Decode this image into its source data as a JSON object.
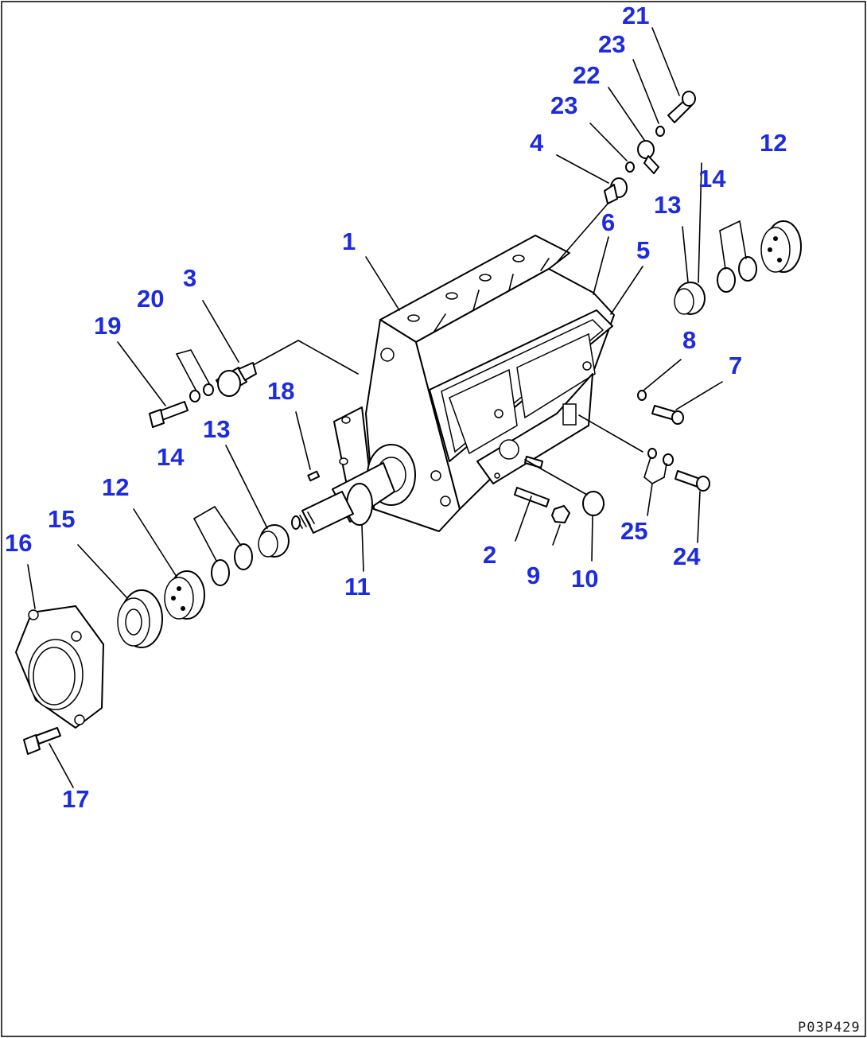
{
  "diagram": {
    "drawing_code": "P03P429",
    "callouts": [
      {
        "id": "c1",
        "label": "1"
      },
      {
        "id": "c2",
        "label": "2"
      },
      {
        "id": "c3",
        "label": "3"
      },
      {
        "id": "c4",
        "label": "4"
      },
      {
        "id": "c5",
        "label": "5"
      },
      {
        "id": "c6",
        "label": "6"
      },
      {
        "id": "c7",
        "label": "7"
      },
      {
        "id": "c8",
        "label": "8"
      },
      {
        "id": "c9",
        "label": "9"
      },
      {
        "id": "c10",
        "label": "10"
      },
      {
        "id": "c11",
        "label": "11"
      },
      {
        "id": "c12a",
        "label": "12"
      },
      {
        "id": "c12b",
        "label": "12"
      },
      {
        "id": "c13a",
        "label": "13"
      },
      {
        "id": "c13b",
        "label": "13"
      },
      {
        "id": "c14a",
        "label": "14"
      },
      {
        "id": "c14b",
        "label": "14"
      },
      {
        "id": "c15",
        "label": "15"
      },
      {
        "id": "c16",
        "label": "16"
      },
      {
        "id": "c17",
        "label": "17"
      },
      {
        "id": "c18",
        "label": "18"
      },
      {
        "id": "c19",
        "label": "19"
      },
      {
        "id": "c20",
        "label": "20"
      },
      {
        "id": "c21",
        "label": "21"
      },
      {
        "id": "c22",
        "label": "22"
      },
      {
        "id": "c23a",
        "label": "23"
      },
      {
        "id": "c23b",
        "label": "23"
      },
      {
        "id": "c24",
        "label": "24"
      },
      {
        "id": "c25",
        "label": "25"
      }
    ]
  }
}
